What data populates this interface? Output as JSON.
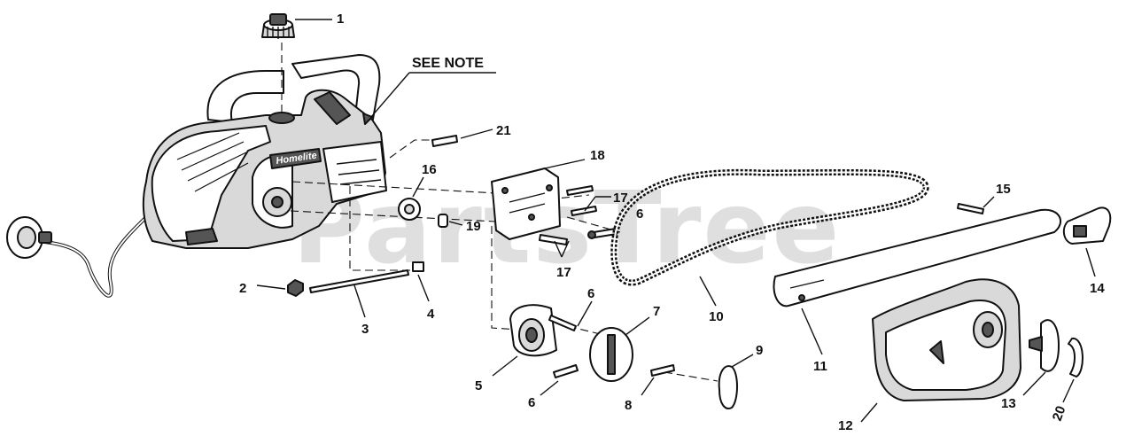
{
  "diagram": {
    "note_label": "SEE NOTE",
    "watermark": "PartsTree",
    "brand_on_housing": "Homelite",
    "colors": {
      "ink": "#111111",
      "paper": "#ffffff",
      "watermark": "#9a9a9a"
    },
    "callouts": {
      "c1": "1",
      "c2": "2",
      "c3": "3",
      "c4": "4",
      "c5": "5",
      "c6a": "6",
      "c6b": "6",
      "c6c": "6",
      "c7": "7",
      "c8": "8",
      "c9": "9",
      "c10": "10",
      "c11": "11",
      "c12": "12",
      "c13": "13",
      "c14": "14",
      "c15": "15",
      "c16": "16",
      "c17a": "17",
      "c17b": "17",
      "c18": "18",
      "c19": "19",
      "c20": "20",
      "c21": "21"
    }
  }
}
